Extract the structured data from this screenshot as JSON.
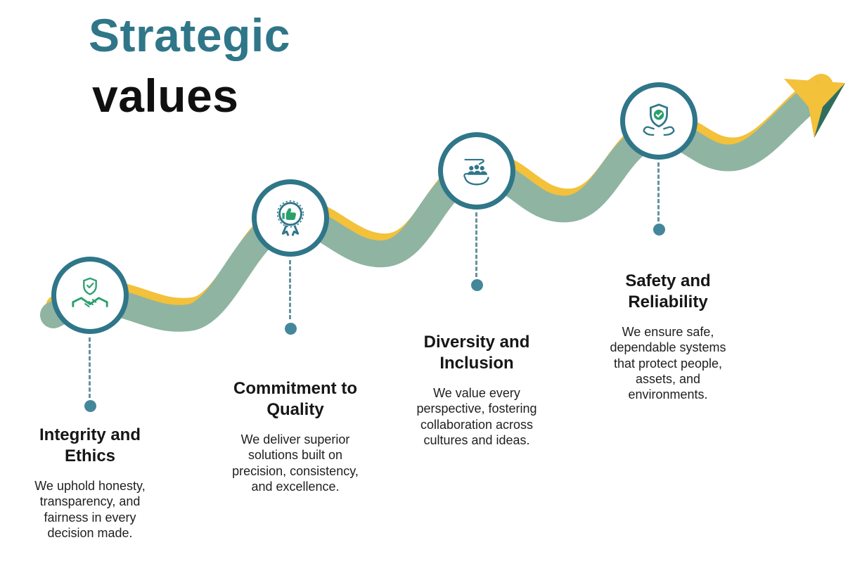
{
  "title": {
    "line1": "Strategic",
    "line2": "values"
  },
  "colors": {
    "teal": "#2f7689",
    "sage_green": "#8fb4a2",
    "yellow": "#f3c13a",
    "accent_green": "#2aa06e",
    "ink": "#161616"
  },
  "decor": {
    "arrow_icon": "up-right-growth-arrow-icon",
    "ribbon": "ascending-wave-ribbon"
  },
  "milestones": [
    {
      "icon": "shield-handshake-icon",
      "heading": "Integrity and\nEthics",
      "body": "We uphold honesty,\ntransparency, and\nfairness in every\ndecision made."
    },
    {
      "icon": "award-thumbs-up-icon",
      "heading": "Commitment to\nQuality",
      "body": "We deliver superior\nsolutions built on\nprecision, consistency,\nand excellence."
    },
    {
      "icon": "people-in-hands-icon",
      "heading": "Diversity and\nInclusion",
      "body": "We value every\nperspective, fostering\ncollaboration across\ncultures and ideas."
    },
    {
      "icon": "shield-in-hands-icon",
      "heading": "Safety and\nReliability",
      "body": "We ensure safe,\ndependable systems\nthat protect people,\nassets, and\nenvironments."
    }
  ]
}
